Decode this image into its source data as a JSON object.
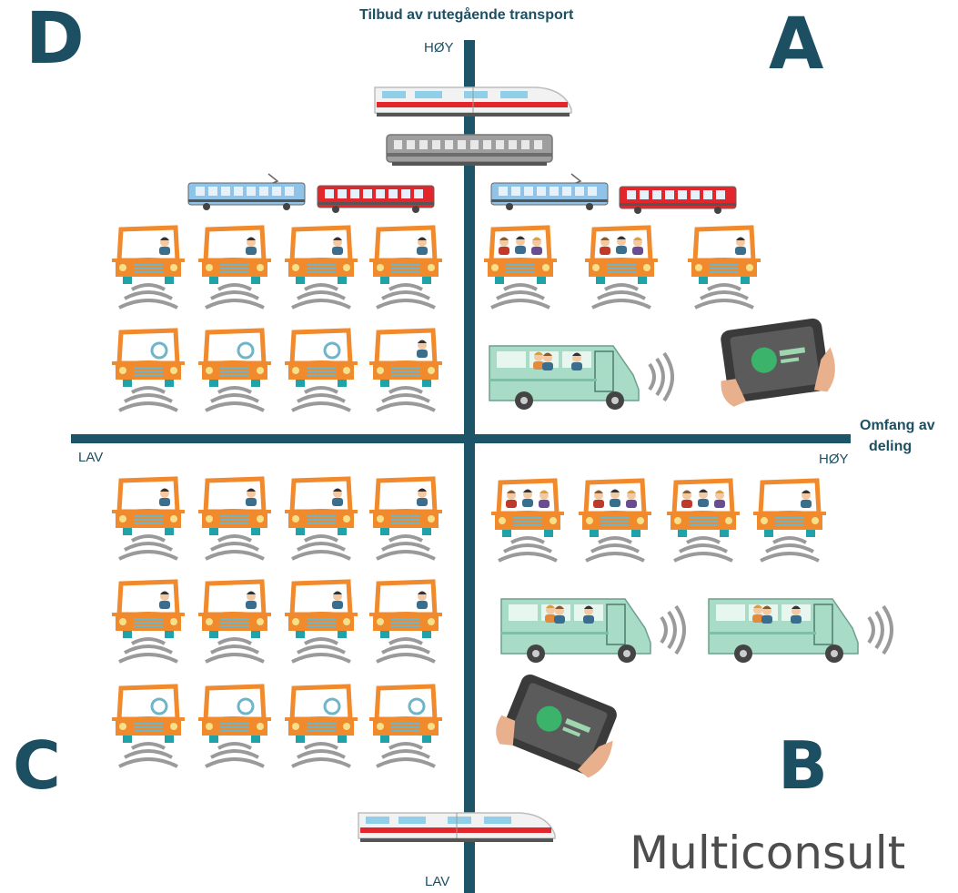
{
  "quadrants": {
    "a": "A",
    "b": "B",
    "c": "C",
    "d": "D"
  },
  "axes": {
    "vertical_title": "Tilbud av rutegående transport",
    "vertical_high": "HØY",
    "vertical_low": "LAV",
    "horizontal_title_line1": "Omfang av",
    "horizontal_title_line2": "deling",
    "horizontal_low": "LAV",
    "horizontal_high": "HØY"
  },
  "logo": {
    "text": "Multiconsult"
  },
  "colors": {
    "axis": "#1d5467",
    "car": "#f08a2c",
    "bus": "#a9dcc7",
    "tram": "#8fc3e8",
    "red_tram": "#e3262b",
    "signal": "#9a9a9a"
  }
}
